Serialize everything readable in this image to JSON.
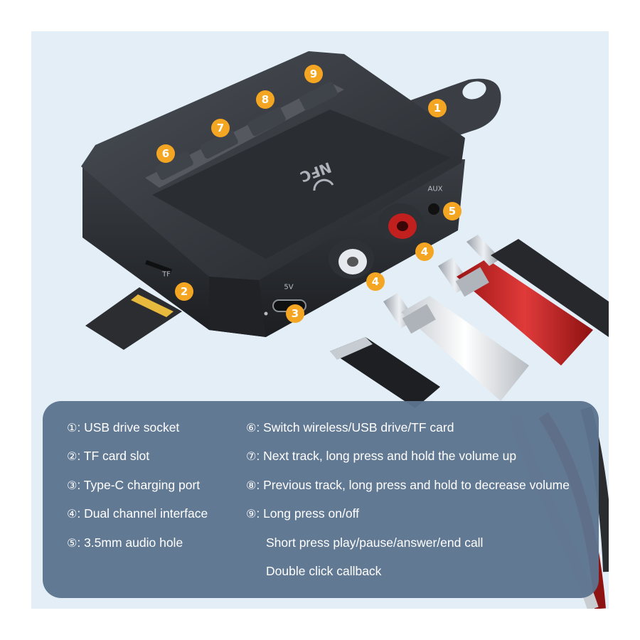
{
  "device": {
    "nfc_label": "NFC",
    "port_5v_label": "5V",
    "aux_label": "AUX",
    "tf_label": "TF"
  },
  "badges": {
    "b1": "1",
    "b2": "2",
    "b3": "3",
    "b4a": "4",
    "b4b": "4",
    "b5": "5",
    "b6": "6",
    "b7": "7",
    "b8": "8",
    "b9": "9"
  },
  "colors": {
    "accent_badge": "#f4a623",
    "legend_panel": "#5d748f",
    "device_body": "#2b2e33",
    "rca_red": "#d62a2a",
    "rca_white": "#e9ecef"
  },
  "legend": {
    "left": [
      {
        "mark": "①",
        "text": ": USB drive socket"
      },
      {
        "mark": "②",
        "text": ": TF card slot"
      },
      {
        "mark": "③",
        "text": ": Type-C charging port"
      },
      {
        "mark": "④",
        "text": ": Dual channel interface"
      },
      {
        "mark": "⑤",
        "text": ": 3.5mm audio hole"
      }
    ],
    "right": [
      {
        "mark": "⑥",
        "text": ": Switch wireless/USB drive/TF card"
      },
      {
        "mark": "⑦",
        "text": ": Next track, long press and hold the volume up"
      },
      {
        "mark": "⑧",
        "text": ": Previous track, long press and hold to decrease volume"
      },
      {
        "mark": "⑨",
        "text": ": Long press on/off"
      }
    ],
    "extra_lines": [
      "Short press play/pause/answer/end call",
      "Double click callback"
    ]
  }
}
